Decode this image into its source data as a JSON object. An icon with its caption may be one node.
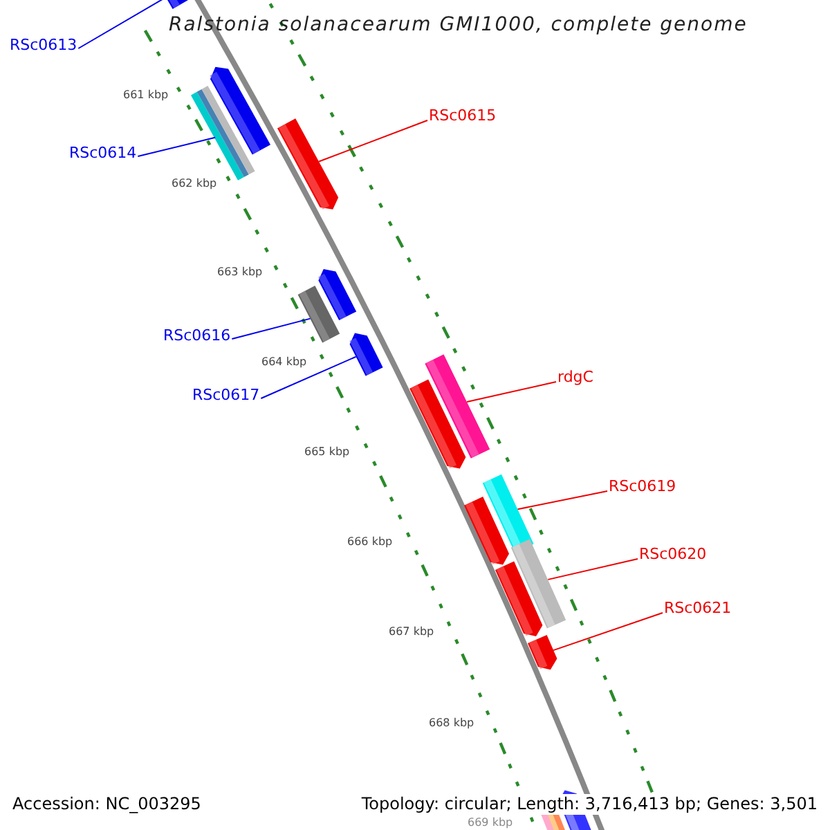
{
  "diagram": {
    "title": "Ralstonia solanacearum GMI1000, complete genome",
    "nodes": [
      {
        "text": [
          "RSc0613"
        ]
      },
      {
        "text": [],
        "shape": "bar"
      },
      {
        "text": [
          "RSc0614"
        ]
      },
      {
        "text": [],
        "shape": "bar"
      },
      {
        "text": [
          "RSc0615"
        ]
      },
      {
        "text": [],
        "shape": "bar"
      },
      {
        "text": [
          "RSc0616"
        ]
      },
      {
        "text": [],
        "shape": "bar"
      },
      {
        "text": [
          "RSc0617"
        ]
      },
      {
        "text": [],
        "shape": "bar"
      },
      {
        "text": [
          "rdgC"
        ]
      },
      {
        "text": [],
        "shape": "bar"
      },
      {
        "text": [
          "RSc0619"
        ]
      },
      {
        "text": [],
        "shape": "bar"
      },
      {
        "text": [
          "RSc0620"
        ]
      },
      {
        "text": [],
        "shape": "bar"
      },
      {
        "text": [
          "RSc0621"
        ]
      },
      {
        "text": [],
        "shape": "bar"
      }
    ],
    "edges": [
      {
        "from": 0,
        "to": 1,
        "arrow": "none",
        "color": "#0000ee"
      },
      {
        "from": 2,
        "to": 3,
        "arrow": "none",
        "color": "#0000ee"
      },
      {
        "from": 4,
        "to": 5,
        "arrow": "none"
      },
      {
        "from": 6,
        "to": 7,
        "arrow": "none",
        "color": "#0000ee"
      },
      {
        "from": 8,
        "to": 9,
        "arrow": "none",
        "color": "#0000ee"
      },
      {
        "from": 10,
        "to": 11,
        "arrow": "none"
      },
      {
        "from": 12,
        "to": 13,
        "arrow": "none"
      },
      {
        "from": 14,
        "to": 15,
        "arrow": "none"
      },
      {
        "from": 16,
        "to": 17,
        "arrow": "none"
      }
    ],
    "labels": [
      "661 kbp",
      "662 kbp",
      "663 kbp",
      "664 kbp",
      "665 kbp",
      "666 kbp",
      "667 kbp",
      "668 kbp",
      "669 kbp",
      "Accession: NC_003295",
      "Topology: circular; Length: 3,716,413 bp; Genes: 3,501"
    ]
  }
}
